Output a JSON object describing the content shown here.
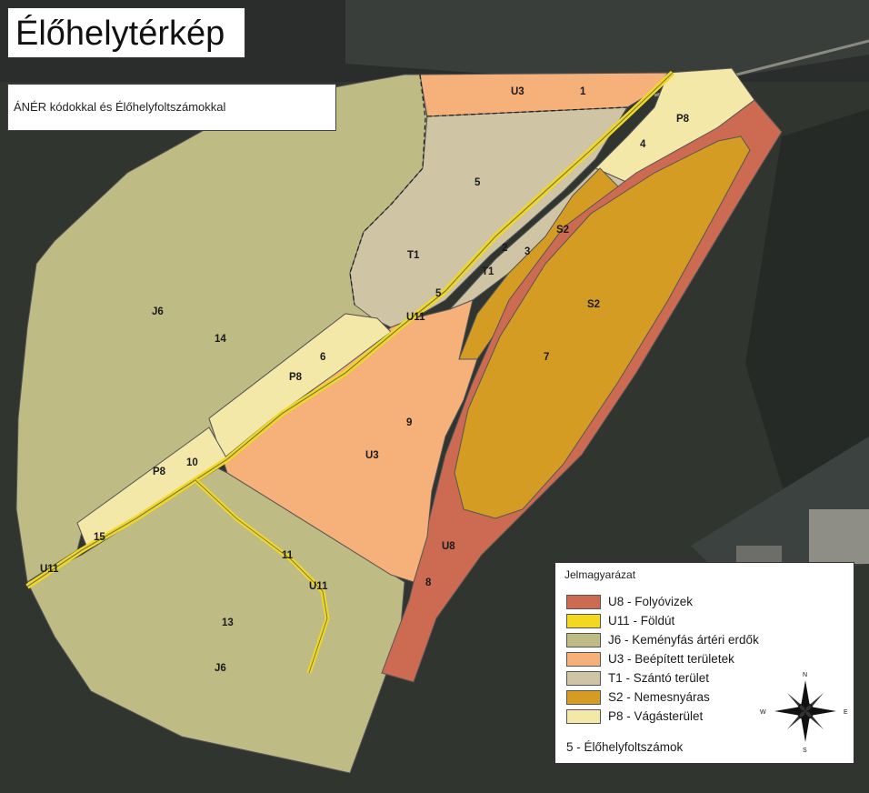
{
  "title": "Élőhelytérkép",
  "subtitle": "ÁNÉR kódokkal és Élőhelyfoltszámokkal",
  "colors": {
    "U8": "#cc6a52",
    "U11": "#f2d820",
    "J6": "#bfbb84",
    "U3": "#f6b07a",
    "T1": "#cfc5a5",
    "S2": "#d49c22",
    "P8": "#f3e8a8"
  },
  "labels": {
    "u3_top": "U3",
    "n1": "1",
    "p8_top": "P8",
    "n4": "4",
    "n5a": "5",
    "t1a": "T1",
    "n2": "2",
    "n3": "3",
    "s2a": "S2",
    "t1b": "T1",
    "n5b": "5",
    "u11a": "U11",
    "j6a": "J6",
    "n14": "14",
    "n6": "6",
    "p8b": "P8",
    "s2b": "S2",
    "n7": "7",
    "n9": "9",
    "u3b": "U3",
    "p8c": "P8",
    "n10": "10",
    "n15": "15",
    "u11b": "U11",
    "n11": "11",
    "u11c": "U11",
    "u8": "U8",
    "n8": "8",
    "n13": "13",
    "j6b": "J6"
  },
  "legend": {
    "title": "Jelmagyarázat",
    "items": [
      {
        "code": "U8",
        "label": "U8 - Folyóvizek"
      },
      {
        "code": "U11",
        "label": "U11 - Földút"
      },
      {
        "code": "J6",
        "label": "J6 - Keményfás ártéri erdők"
      },
      {
        "code": "U3",
        "label": "U3 - Beépített területek"
      },
      {
        "code": "T1",
        "label": "T1 - Szántó terület"
      },
      {
        "code": "S2",
        "label": "S2 - Nemesnyáras"
      },
      {
        "code": "P8",
        "label": "P8 - Vágásterület"
      }
    ],
    "footnote": "5 - Élőhelyfoltszámok"
  },
  "compass": {
    "n": "N",
    "s": "S",
    "e": "E",
    "w": "W"
  }
}
